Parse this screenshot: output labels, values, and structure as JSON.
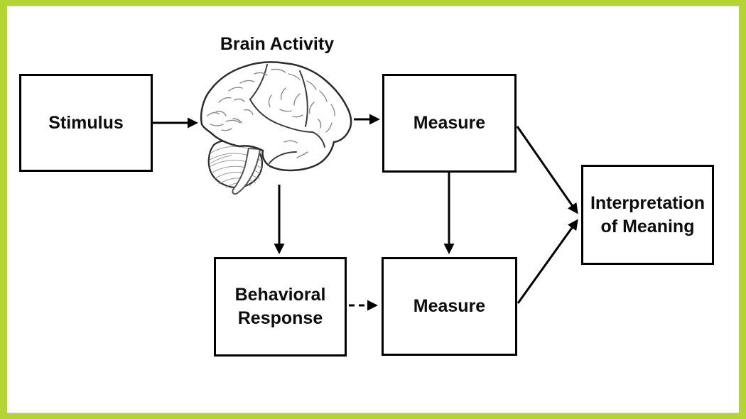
{
  "colors": {
    "frame_border": "#b4d334",
    "slide_background": "#ffffff",
    "box_border": "#000000",
    "text": "#0d0d0d"
  },
  "title": {
    "text": "Brain Activity"
  },
  "nodes": {
    "stimulus": {
      "label": "Stimulus"
    },
    "measure_top": {
      "label": "Measure"
    },
    "behavioral_response": {
      "line1": "Behavioral",
      "line2": "Response"
    },
    "measure_bottom": {
      "label": "Measure"
    },
    "interpretation": {
      "line1": "Interpretation",
      "line2": "of Meaning"
    }
  },
  "icons": {
    "brain": "brain-side-view-line-drawing"
  },
  "edges": [
    {
      "from": "stimulus",
      "to": "brain",
      "style": "solid"
    },
    {
      "from": "brain",
      "to": "measure_top",
      "style": "solid"
    },
    {
      "from": "brain",
      "to": "behavioral_response",
      "style": "solid"
    },
    {
      "from": "measure_top",
      "to": "measure_bottom",
      "style": "solid"
    },
    {
      "from": "behavioral_response",
      "to": "measure_bottom",
      "style": "dashed"
    },
    {
      "from": "measure_top",
      "to": "interpretation",
      "style": "solid"
    },
    {
      "from": "measure_bottom",
      "to": "interpretation",
      "style": "solid"
    }
  ]
}
